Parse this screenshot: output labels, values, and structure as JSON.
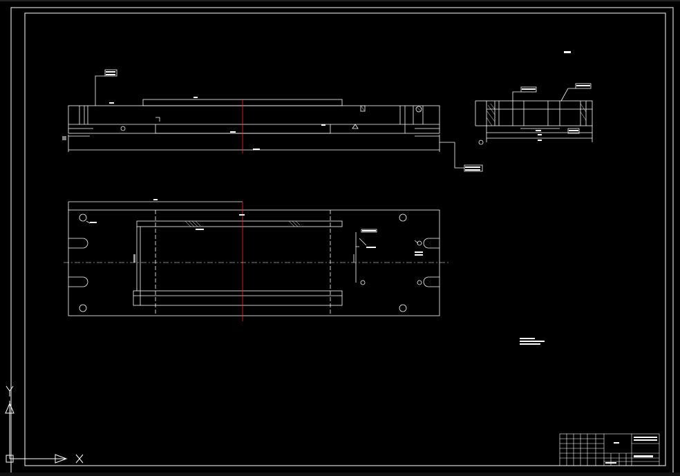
{
  "drawing": {
    "background": "#000000",
    "line_color": "#ffffff",
    "center_line_color": "#ff2a2a",
    "ucs": {
      "x_label": "X",
      "y_label": "Y"
    },
    "title_block": {
      "rows": 6,
      "cols": 8
    }
  }
}
